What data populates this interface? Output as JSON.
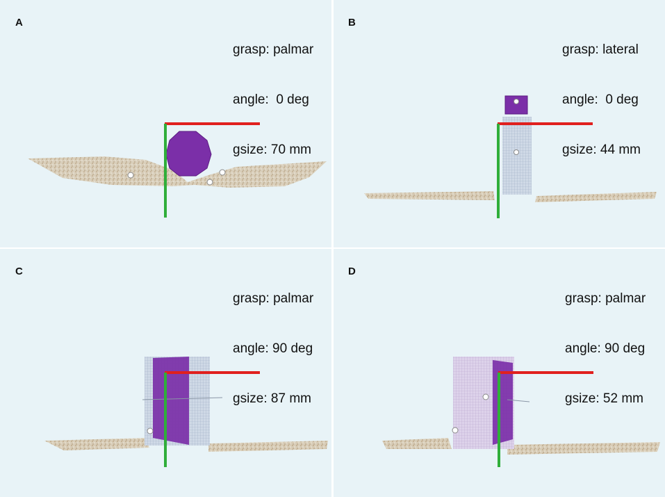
{
  "panels": [
    {
      "letter": "A",
      "grasp": "grasp: palmar",
      "angle": "angle:  0 deg",
      "gsize": "gsize: 70 mm"
    },
    {
      "letter": "B",
      "grasp": "grasp: lateral",
      "angle": "angle:  0 deg",
      "gsize": "gsize: 44 mm"
    },
    {
      "letter": "C",
      "grasp": "grasp: palmar",
      "angle": "angle: 90 deg",
      "gsize": "gsize: 87 mm"
    },
    {
      "letter": "D",
      "grasp": "grasp: palmar",
      "angle": "angle: 90 deg",
      "gsize": "gsize: 52 mm"
    }
  ],
  "colors": {
    "background": "#e8f3f7",
    "x_axis": "#e0201e",
    "y_axis": "#2fae3a",
    "grasp_shape": "#7b2fa8",
    "point_cloud": "#c9b79c"
  }
}
